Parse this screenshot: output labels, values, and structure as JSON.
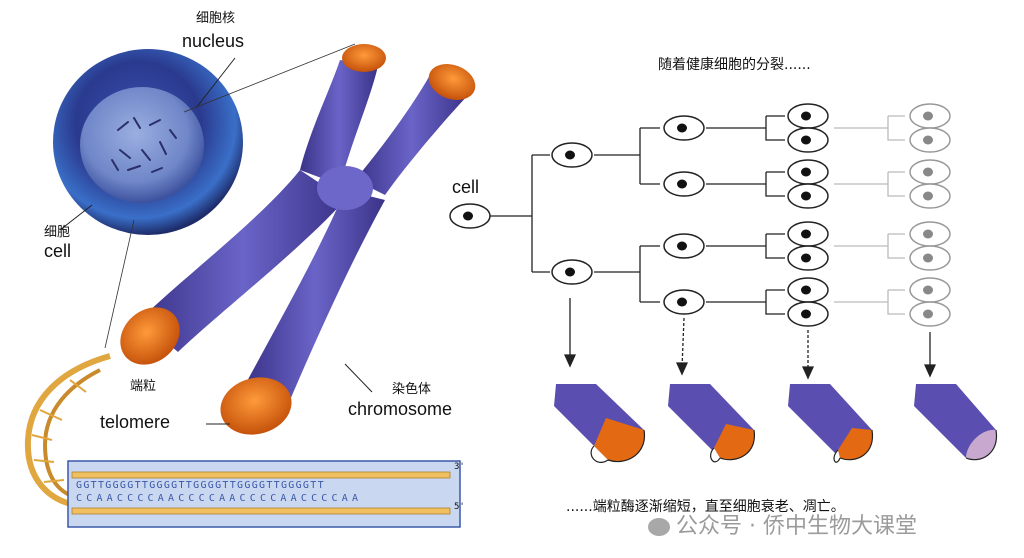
{
  "left": {
    "nucleus_zh": "细胞核",
    "nucleus_en": "nucleus",
    "cell_zh": "细胞",
    "cell_en": "cell",
    "telomere_zh": "端粒",
    "telomere_en": "telomere",
    "chromosome_zh": "染色体",
    "chromosome_en": "chromosome"
  },
  "dna": {
    "end3_top": "3'",
    "end5_bottom": "5'",
    "top_strand": "GGTTGGGGTTGGGGTTGGGGTTGGGGTTGGGGTT",
    "bottom_strand": "CCAACCCCAACCCCAACCCCAACCCCAA"
  },
  "right": {
    "title": "随着健康细胞的分裂......",
    "cell_label": "cell",
    "caption": "......端粒酶逐渐缩短，直至细胞衰老、凋亡。"
  },
  "watermark": "公众号 · 侨中生物大课堂",
  "colors": {
    "chromosome": "#4a3f9a",
    "telomere": "#e36a12",
    "dna": "#e8b04a"
  }
}
